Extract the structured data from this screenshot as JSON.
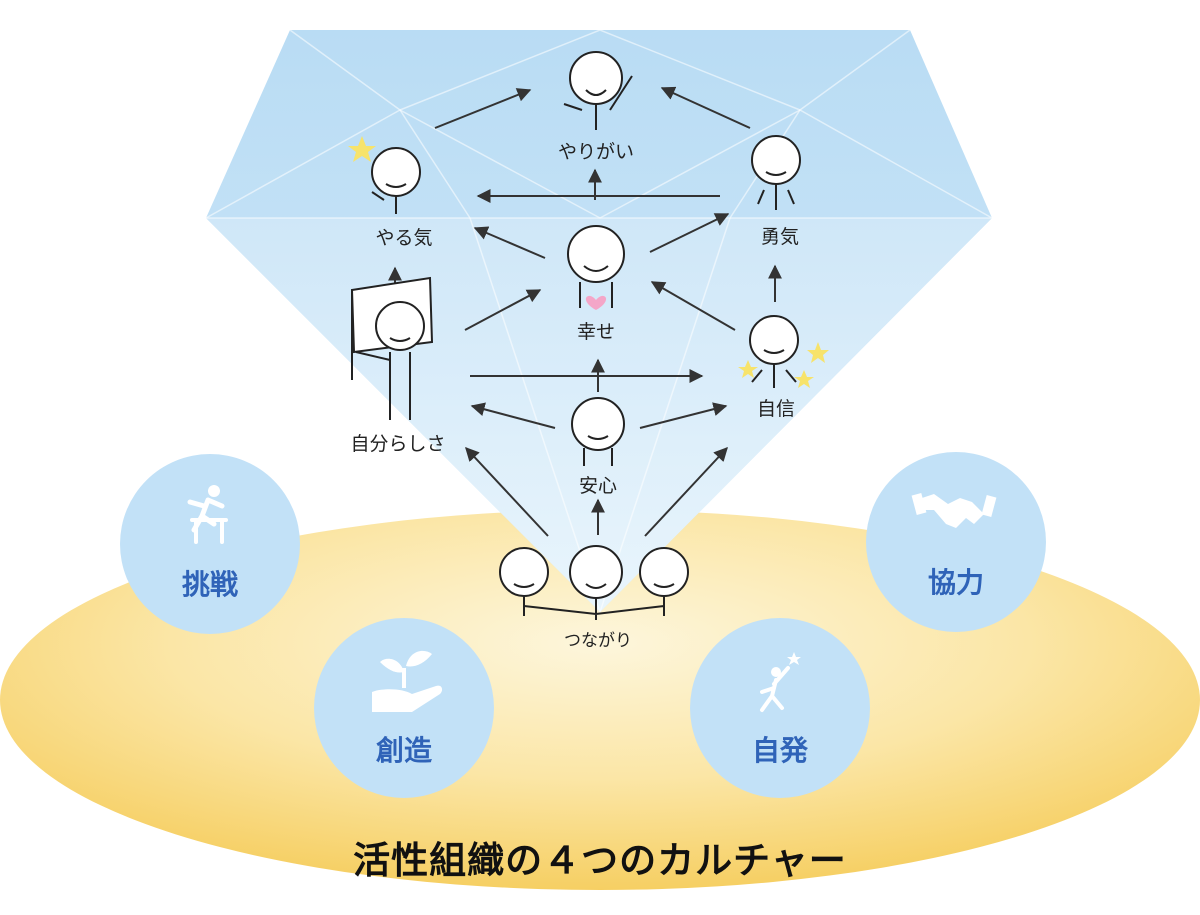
{
  "title": "活性組織の４つのカルチャー",
  "nodes": {
    "yarigai": "やりがい",
    "yaruki": "やる気",
    "yuuki": "勇気",
    "shiawase": "幸せ",
    "jibunrashisa": "自分らしさ",
    "jishin": "自信",
    "anshin": "安心",
    "tsunagari": "つながり"
  },
  "cultures": {
    "challenge": {
      "label": "挑戦",
      "icon": "hurdle-runner-icon"
    },
    "cooperation": {
      "label": "協力",
      "icon": "handshake-icon"
    },
    "creation": {
      "label": "創造",
      "icon": "sprout-in-hand-icon"
    },
    "initiative": {
      "label": "自発",
      "icon": "person-reaching-star-icon"
    }
  },
  "colors": {
    "diamond": "#c6e2f6",
    "diamond_edge": "#a9d0ee",
    "base_ellipse": "#f8d77a",
    "circle": "#c2e1f7",
    "circle_text": "#2f63b8"
  }
}
